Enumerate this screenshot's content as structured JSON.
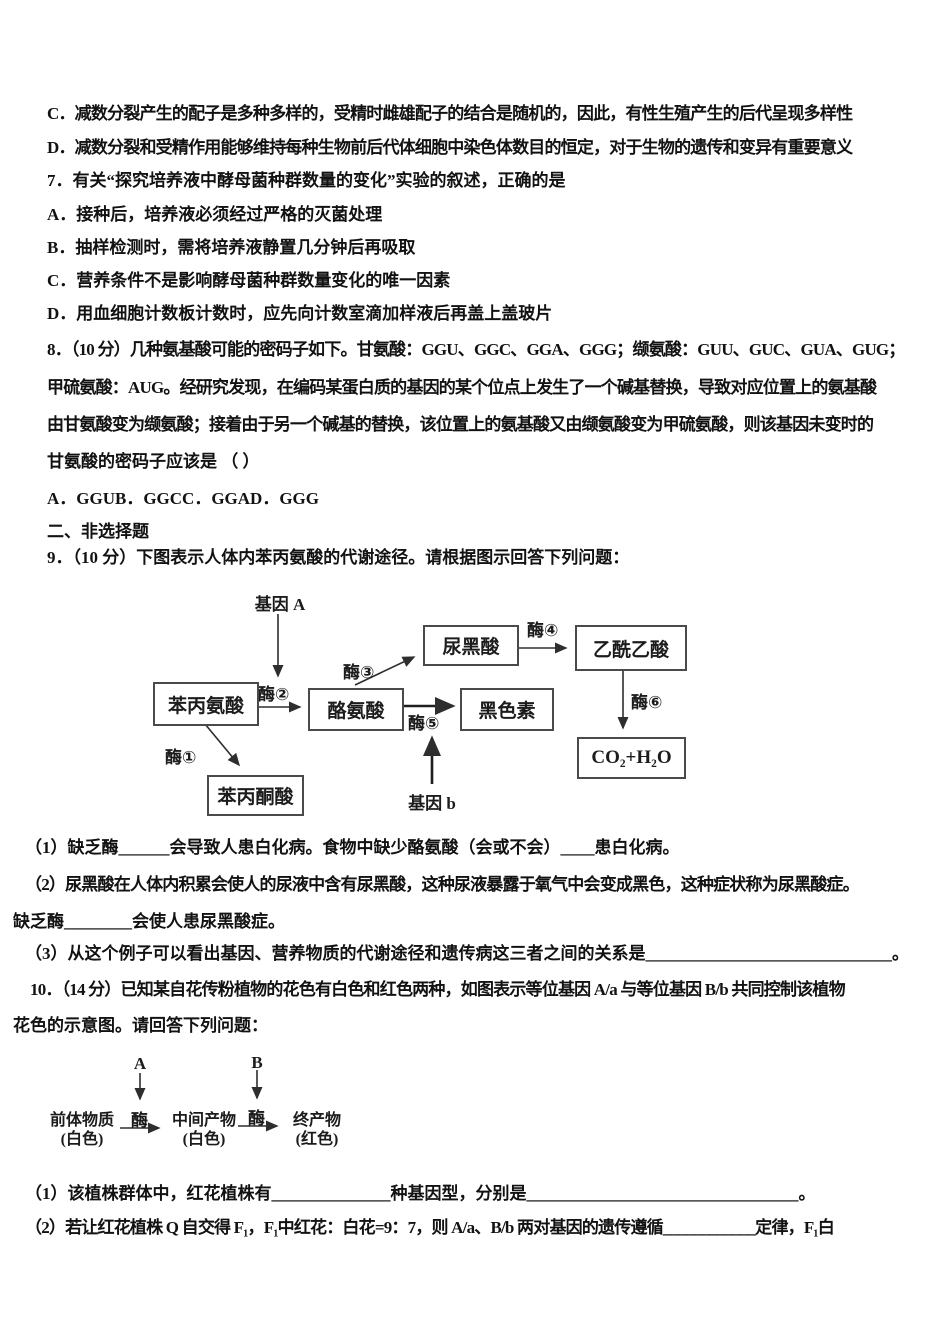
{
  "document": {
    "lines": [
      "C．减数分裂产生的配子是多种多样的，受精时雌雄配子的结合是随机的，因此，有性生殖产生的后代呈现多样性",
      "D．减数分裂和受精作用能够维持每种生物前后代体细胞中染色体数目的恒定，对于生物的遗传和变异有重要意义",
      "7．有关“探究培养液中酵母菌种群数量的变化”实验的叙述，正确的是",
      "A．接种后，培养液必须经过严格的灭菌处理",
      "B．抽样检测时，需将培养液静置几分钟后再吸取",
      "C．营养条件不是影响酵母菌种群数量变化的唯一因素",
      "D．用血细胞计数板计数时，应先向计数室滴加样液后再盖上盖玻片",
      "8．（10 分）几种氨基酸可能的密码子如下。甘氨酸：GGU、GGC、GGA、GGG；缬氨酸：GUU、GUC、GUA、GUG；",
      "甲硫氨酸：AUG。经研究发现，在编码某蛋白质的基因的某个位点上发生了一个碱基替换，导致对应位置上的氨基酸",
      "由甘氨酸变为缬氨酸；接着由于另一个碱基的替换，该位置上的氨基酸又由缬氨酸变为甲硫氨酸，则该基因未变时的",
      "甘氨酸的密码子应该是 （ ）",
      "A．GGUB．GGCC．GGAD．GGG",
      "二、非选择题",
      "9．（10 分）下图表示人体内苯丙氨酸的代谢途径。请根据图示回答下列问题：",
      "（1）缺乏酶______会导致人患白化病。食物中缺少酪氨酸（会或不会）____患白化病。",
      "（2）尿黑酸在人体内积累会使人的尿液中含有尿黑酸，这种尿液暴露于氧气中会变成黑色，这种症状称为尿黑酸症。",
      "缺乏酶________会使人患尿黑酸症。",
      "（3）从这个例子可以看出基因、营养物质的代谢途径和遗传病这三者之间的关系是_____________________________。",
      "10．（14 分）已知某自花传粉植物的花色有白色和红色两种，如图表示等位基因 A/a 与等位基因 B/b 共同控制该植物",
      "花色的示意图。请回答下列问题：",
      "（1）该植株群体中，红花植株有______________种基因型，分别是________________________________。",
      "（2）若让红花植株 Q 自交得 F₁，F₁中红花：白花=9：7，则 A/a、B/b 两对基因的遗传遵循____________定律，F₁白"
    ]
  },
  "diagram1": {
    "gene_a": "基因 A",
    "gene_b": "基因 b",
    "enzymes": {
      "e1": "酶①",
      "e2": "酶②",
      "e3": "酶③",
      "e4": "酶④",
      "e5": "酶⑤",
      "e6": "酶⑥"
    },
    "boxes": {
      "phenylalanine": "苯丙氨酸",
      "tyrosine": "酪氨酸",
      "homogentisate": "尿黑酸",
      "acetoacetate": "乙酰乙酸",
      "melanin": "黑色素",
      "phenylpyruvate": "苯丙酮酸",
      "co2_h2o": "CO₂+H₂O"
    }
  },
  "diagram2": {
    "gene_a": "A",
    "gene_b": "B",
    "enzyme1": "酶",
    "enzyme2": "酶",
    "precursor": "前体物质",
    "precursor_color": "(白色)",
    "intermediate": "中间产物",
    "intermediate_color": "(白色)",
    "product": "终产物",
    "product_color": "(红色)"
  }
}
